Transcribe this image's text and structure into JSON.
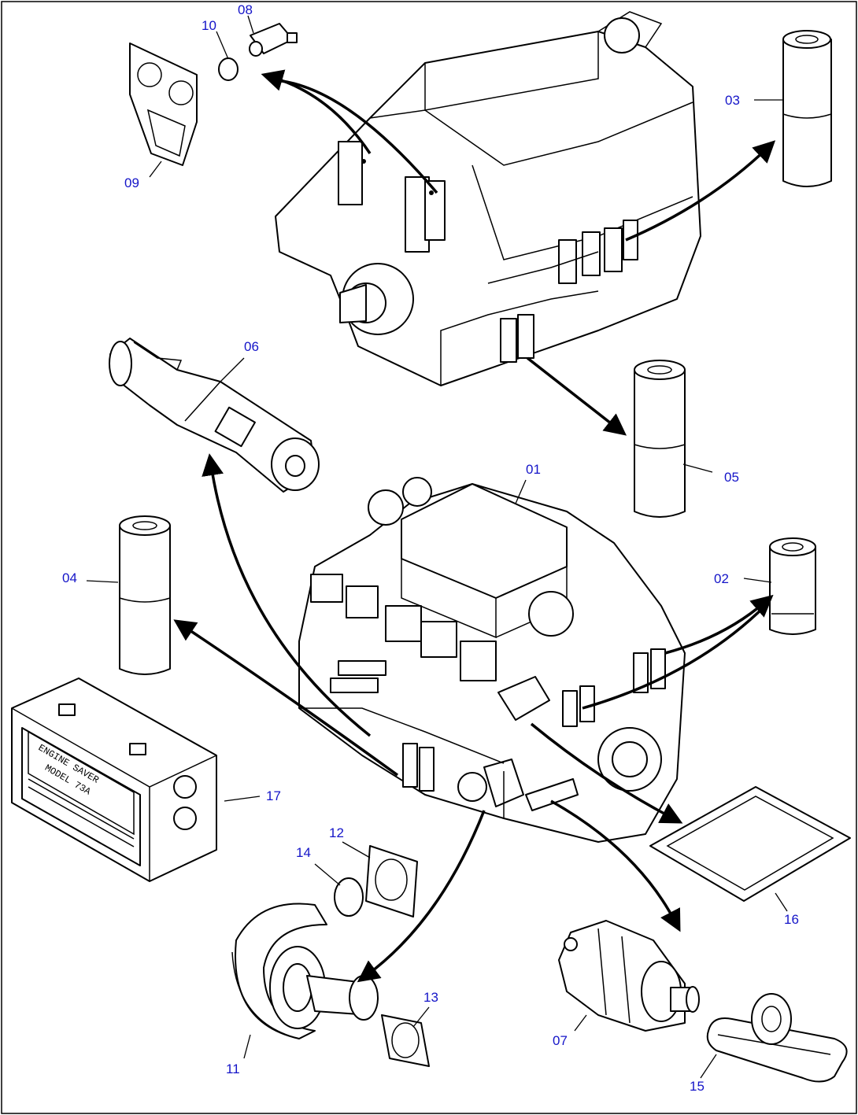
{
  "diagram": {
    "callouts": {
      "c01": "01",
      "c02": "02",
      "c03": "03",
      "c04": "04",
      "c05": "05",
      "c06": "06",
      "c07": "07",
      "c08": "08",
      "c09": "09",
      "c10": "10",
      "c11": "11",
      "c12": "12",
      "c13": "13",
      "c14": "14",
      "c15": "15",
      "c16": "16",
      "c17": "17"
    },
    "engine_saver_plate": {
      "line1": "ENGINE SAVER",
      "line2": "MODEL 73A"
    },
    "callout_color": "#1414c8"
  }
}
